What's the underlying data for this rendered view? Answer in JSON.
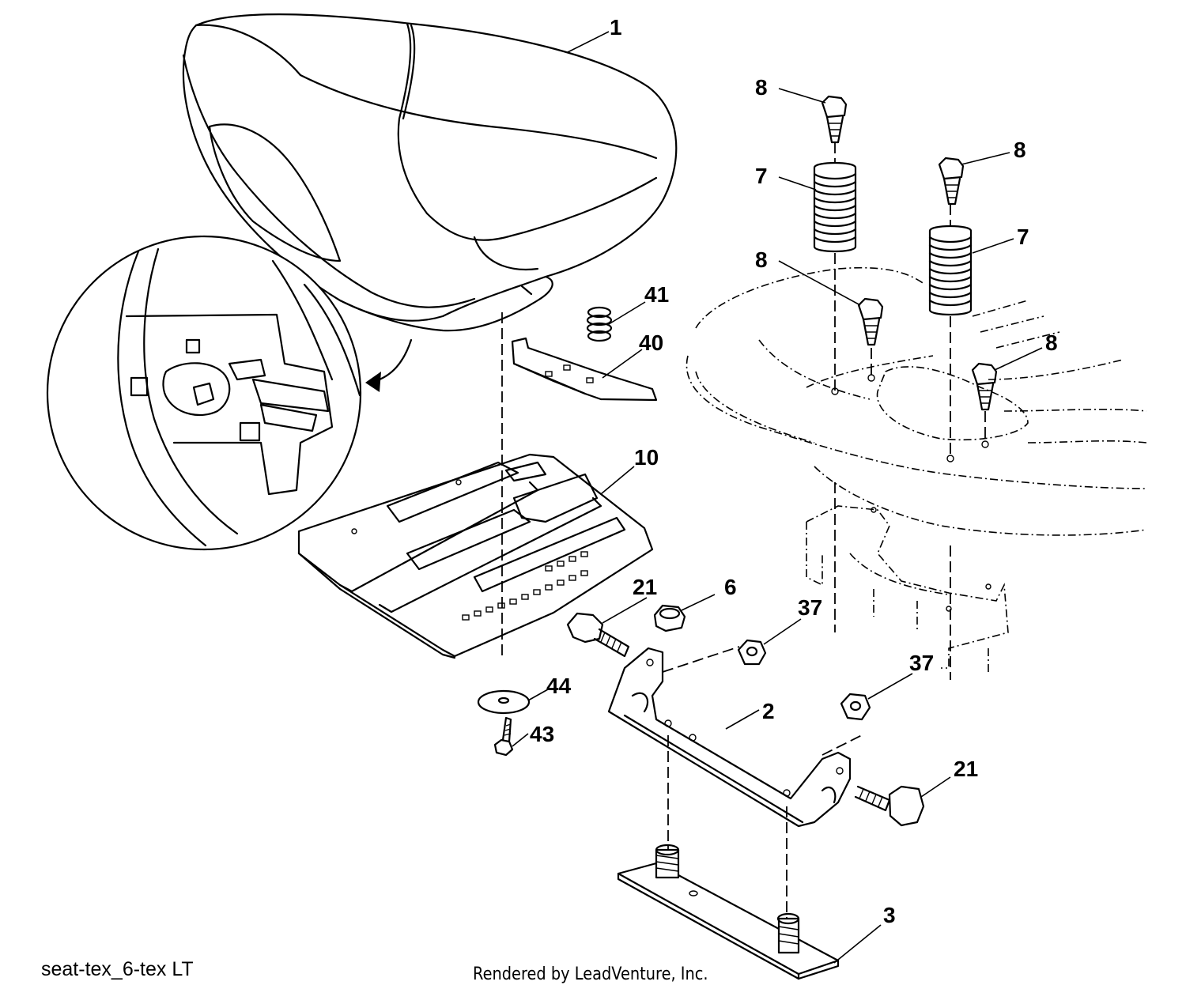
{
  "callouts": [
    {
      "id": "seat",
      "label": "1"
    },
    {
      "id": "bolt-top-left",
      "label": "8"
    },
    {
      "id": "bolt-top-right",
      "label": "8"
    },
    {
      "id": "spring-left",
      "label": "7"
    },
    {
      "id": "spring-right",
      "label": "7"
    },
    {
      "id": "bolt-mid-left",
      "label": "8"
    },
    {
      "id": "bolt-mid-right",
      "label": "8"
    },
    {
      "id": "small-spring",
      "label": "41"
    },
    {
      "id": "clip",
      "label": "40"
    },
    {
      "id": "seat-pan",
      "label": "10"
    },
    {
      "id": "shoulder-bolt-left",
      "label": "21"
    },
    {
      "id": "nut",
      "label": "6"
    },
    {
      "id": "lock-nut-upper",
      "label": "37"
    },
    {
      "id": "lock-nut-lower",
      "label": "37"
    },
    {
      "id": "washer",
      "label": "44"
    },
    {
      "id": "screw",
      "label": "43"
    },
    {
      "id": "bracket",
      "label": "2"
    },
    {
      "id": "shoulder-bolt-right",
      "label": "21"
    },
    {
      "id": "base-plate",
      "label": "3"
    }
  ],
  "diagram_code": "seat-tex_6-tex LT",
  "render_credit": "Rendered by LeadVenture, Inc."
}
